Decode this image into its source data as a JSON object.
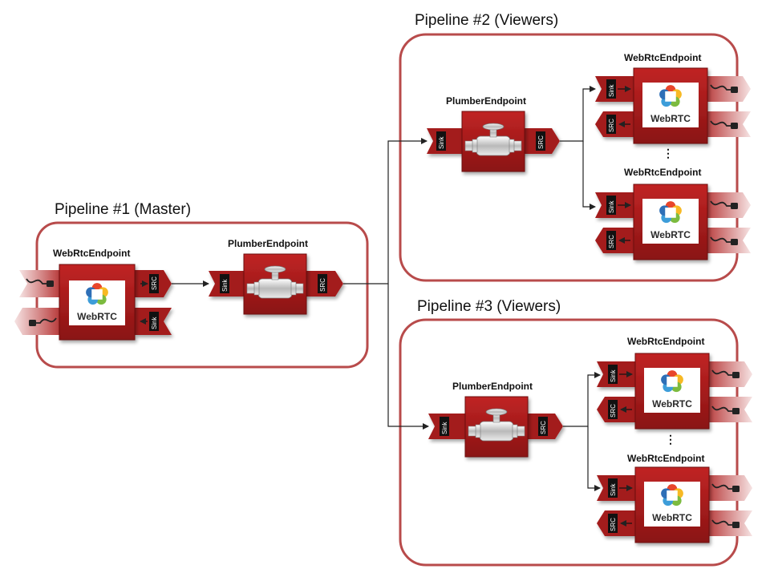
{
  "pipelines": [
    {
      "title": "Pipeline #1 (Master)",
      "webrtc": {
        "label": "WebRtcEndpoint",
        "logo_text": "WebRTC",
        "src_port": "SRC",
        "sink_port": "Sink"
      },
      "plumber": {
        "label": "PlumberEndpoint",
        "sink_port": "Sink",
        "src_port": "SRC"
      }
    },
    {
      "title": "Pipeline #2 (Viewers)",
      "plumber": {
        "label": "PlumberEndpoint",
        "sink_port": "Sink",
        "src_port": "SRC"
      },
      "webrtc": [
        {
          "label": "WebRtcEndpoint",
          "logo_text": "WebRTC",
          "sink_port": "Sink",
          "src_port": "SRC"
        },
        {
          "label": "WebRtcEndpoint",
          "logo_text": "WebRTC",
          "sink_port": "Sink",
          "src_port": "SRC"
        }
      ],
      "ellipsis": "⋮"
    },
    {
      "title": "Pipeline #3 (Viewers)",
      "plumber": {
        "label": "PlumberEndpoint",
        "sink_port": "Sink",
        "src_port": "SRC"
      },
      "webrtc": [
        {
          "label": "WebRtcEndpoint",
          "logo_text": "WebRTC",
          "sink_port": "Sink",
          "src_port": "SRC"
        },
        {
          "label": "WebRtcEndpoint",
          "logo_text": "WebRTC",
          "sink_port": "Sink",
          "src_port": "SRC"
        }
      ],
      "ellipsis": "⋮"
    }
  ],
  "colors": {
    "pipeline_border": "#b84b4b",
    "node_fill": "#a31d1d",
    "node_dark": "#6e0f0f",
    "port_label_bg": "#111111",
    "connector": "#222222",
    "ribbon_light": "#f1dada"
  },
  "icons": [
    "webrtc-logo-icon",
    "valve-icon",
    "cable-plug-icon"
  ]
}
